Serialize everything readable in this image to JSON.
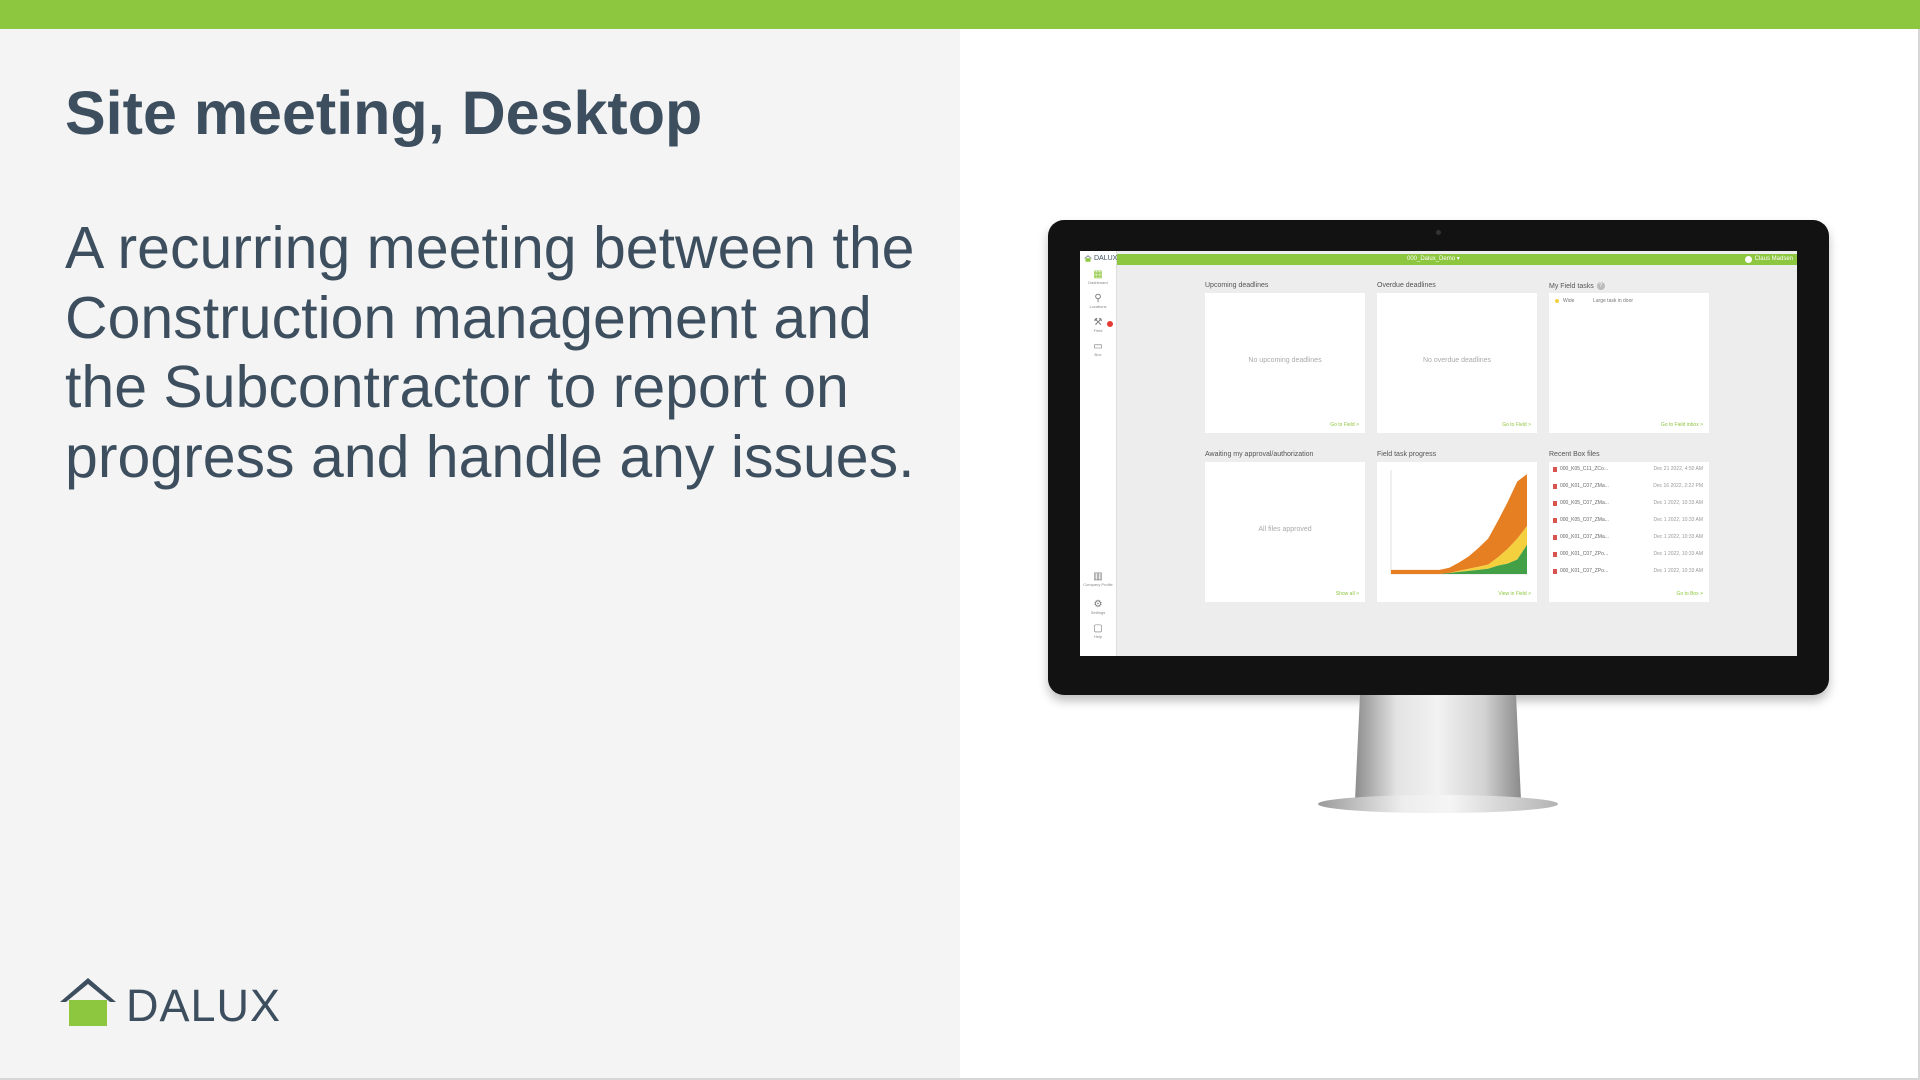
{
  "colors": {
    "accent": "#8dc63f",
    "text": "#3d4f5f",
    "panel": "#f4f4f4",
    "orange": "#e67e22",
    "yellow": "#f4d03f",
    "green": "#43a047"
  },
  "slide": {
    "title": "Site meeting, Desktop",
    "body": "A recurring meeting between the Construction management and the Subcontractor to report on progress and handle any issues."
  },
  "brand": {
    "logo_text": "DALUX",
    "logo_icon": "house-icon"
  },
  "app": {
    "logo_text": "DALUX",
    "project": "000_Dalux_Demo",
    "user": "Claus Madsen",
    "sidebar": [
      {
        "label": "Dashboard",
        "icon": "grid-icon"
      },
      {
        "label": "Locations",
        "icon": "pin-icon"
      },
      {
        "label": "Field",
        "icon": "hammer-icon"
      },
      {
        "label": "Box",
        "icon": "box-icon"
      },
      {
        "label": "Company Profile",
        "icon": "building-icon"
      },
      {
        "label": "Settings",
        "icon": "gear-icon"
      },
      {
        "label": "Help",
        "icon": "help-icon"
      }
    ],
    "widgets": {
      "upcoming": {
        "title": "Upcoming deadlines",
        "empty": "No upcoming deadlines",
        "link": "Go to Field >"
      },
      "overdue": {
        "title": "Overdue deadlines",
        "empty": "No overdue deadlines",
        "link": "Go to Field >"
      },
      "tasks": {
        "title": "My Field tasks",
        "level": "Wide",
        "task": "Large task in door",
        "link": "Go to Field inbox >"
      },
      "approval": {
        "title": "Awaiting my approval/authorization",
        "empty": "All files approved",
        "link": "Show all >"
      },
      "progress": {
        "title": "Field task progress",
        "link": "View in Field >"
      },
      "box": {
        "title": "Recent Box files",
        "link": "Go to Box >",
        "files": [
          {
            "name": "000_K05_C11_ZCo...",
            "date": "Dec 21 2022, 4:50 AM"
          },
          {
            "name": "000_K01_C07_ZMa...",
            "date": "Dec 16 2022, 2:22 PM"
          },
          {
            "name": "000_K05_C07_ZMa...",
            "date": "Dec 1 2022, 10:33 AM"
          },
          {
            "name": "000_K05_C07_ZMa...",
            "date": "Dec 1 2022, 10:33 AM"
          },
          {
            "name": "000_K01_C07_ZMa...",
            "date": "Dec 1 2022, 10:33 AM"
          },
          {
            "name": "000_K01_C07_ZPo...",
            "date": "Dec 1 2022, 10:33 AM"
          },
          {
            "name": "000_K01_C07_ZPo...",
            "date": "Dec 1 2022, 10:33 AM"
          }
        ]
      }
    }
  },
  "chart_data": {
    "type": "area",
    "x": [
      0,
      1,
      2,
      3,
      4,
      5,
      6,
      7,
      8,
      9,
      10,
      11,
      12,
      13,
      14
    ],
    "ylim": [
      0,
      100
    ],
    "series": [
      {
        "values": [
          0,
          0,
          0,
          0,
          0,
          0,
          1,
          2,
          3,
          4,
          5,
          8,
          10,
          14,
          28
        ],
        "color": "#43a047"
      },
      {
        "values": [
          0,
          0,
          0,
          0,
          0,
          0,
          0,
          1,
          2,
          3,
          4,
          8,
          14,
          20,
          18
        ],
        "color": "#f4d03f"
      },
      {
        "values": [
          4,
          4,
          4,
          4,
          4,
          4,
          5,
          8,
          12,
          18,
          25,
          35,
          45,
          55,
          50
        ],
        "color": "#e67e22"
      }
    ]
  }
}
